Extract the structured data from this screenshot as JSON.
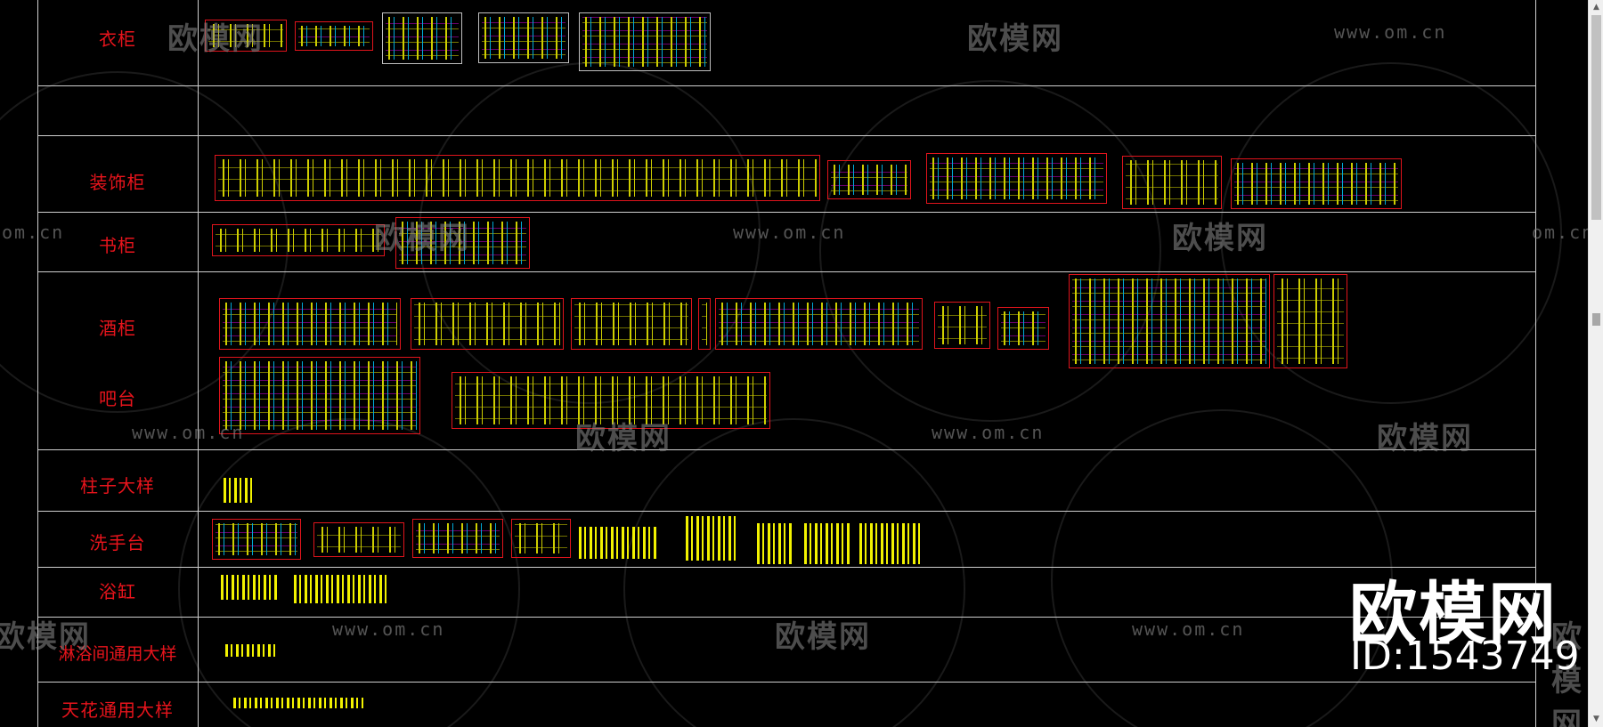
{
  "rows": [
    {
      "label": "衣柜"
    },
    {
      "label": ""
    },
    {
      "label": "装饰柜"
    },
    {
      "label": "书柜"
    },
    {
      "label": "酒柜"
    },
    {
      "label": "吧台"
    },
    {
      "label": "柱子大样"
    },
    {
      "label": "洗手台"
    },
    {
      "label": "浴缸"
    },
    {
      "label": "淋浴间通用大样"
    },
    {
      "label": "天花通用大样"
    }
  ],
  "watermark": {
    "cn_text": "欧模网",
    "url_text": "www.om.cn",
    "url_partial": "om.cn"
  },
  "brand": {
    "title": "欧模网",
    "id_text": "ID:1543749"
  },
  "scrollbar": {
    "up_icon": "▲",
    "down_icon": "▼"
  },
  "colors": {
    "background": "#000000",
    "label_red": "#e8141c",
    "frame_red": "#e0141c",
    "drawing_yellow": "#f2f200",
    "grid_line": "#cfcfcf"
  }
}
